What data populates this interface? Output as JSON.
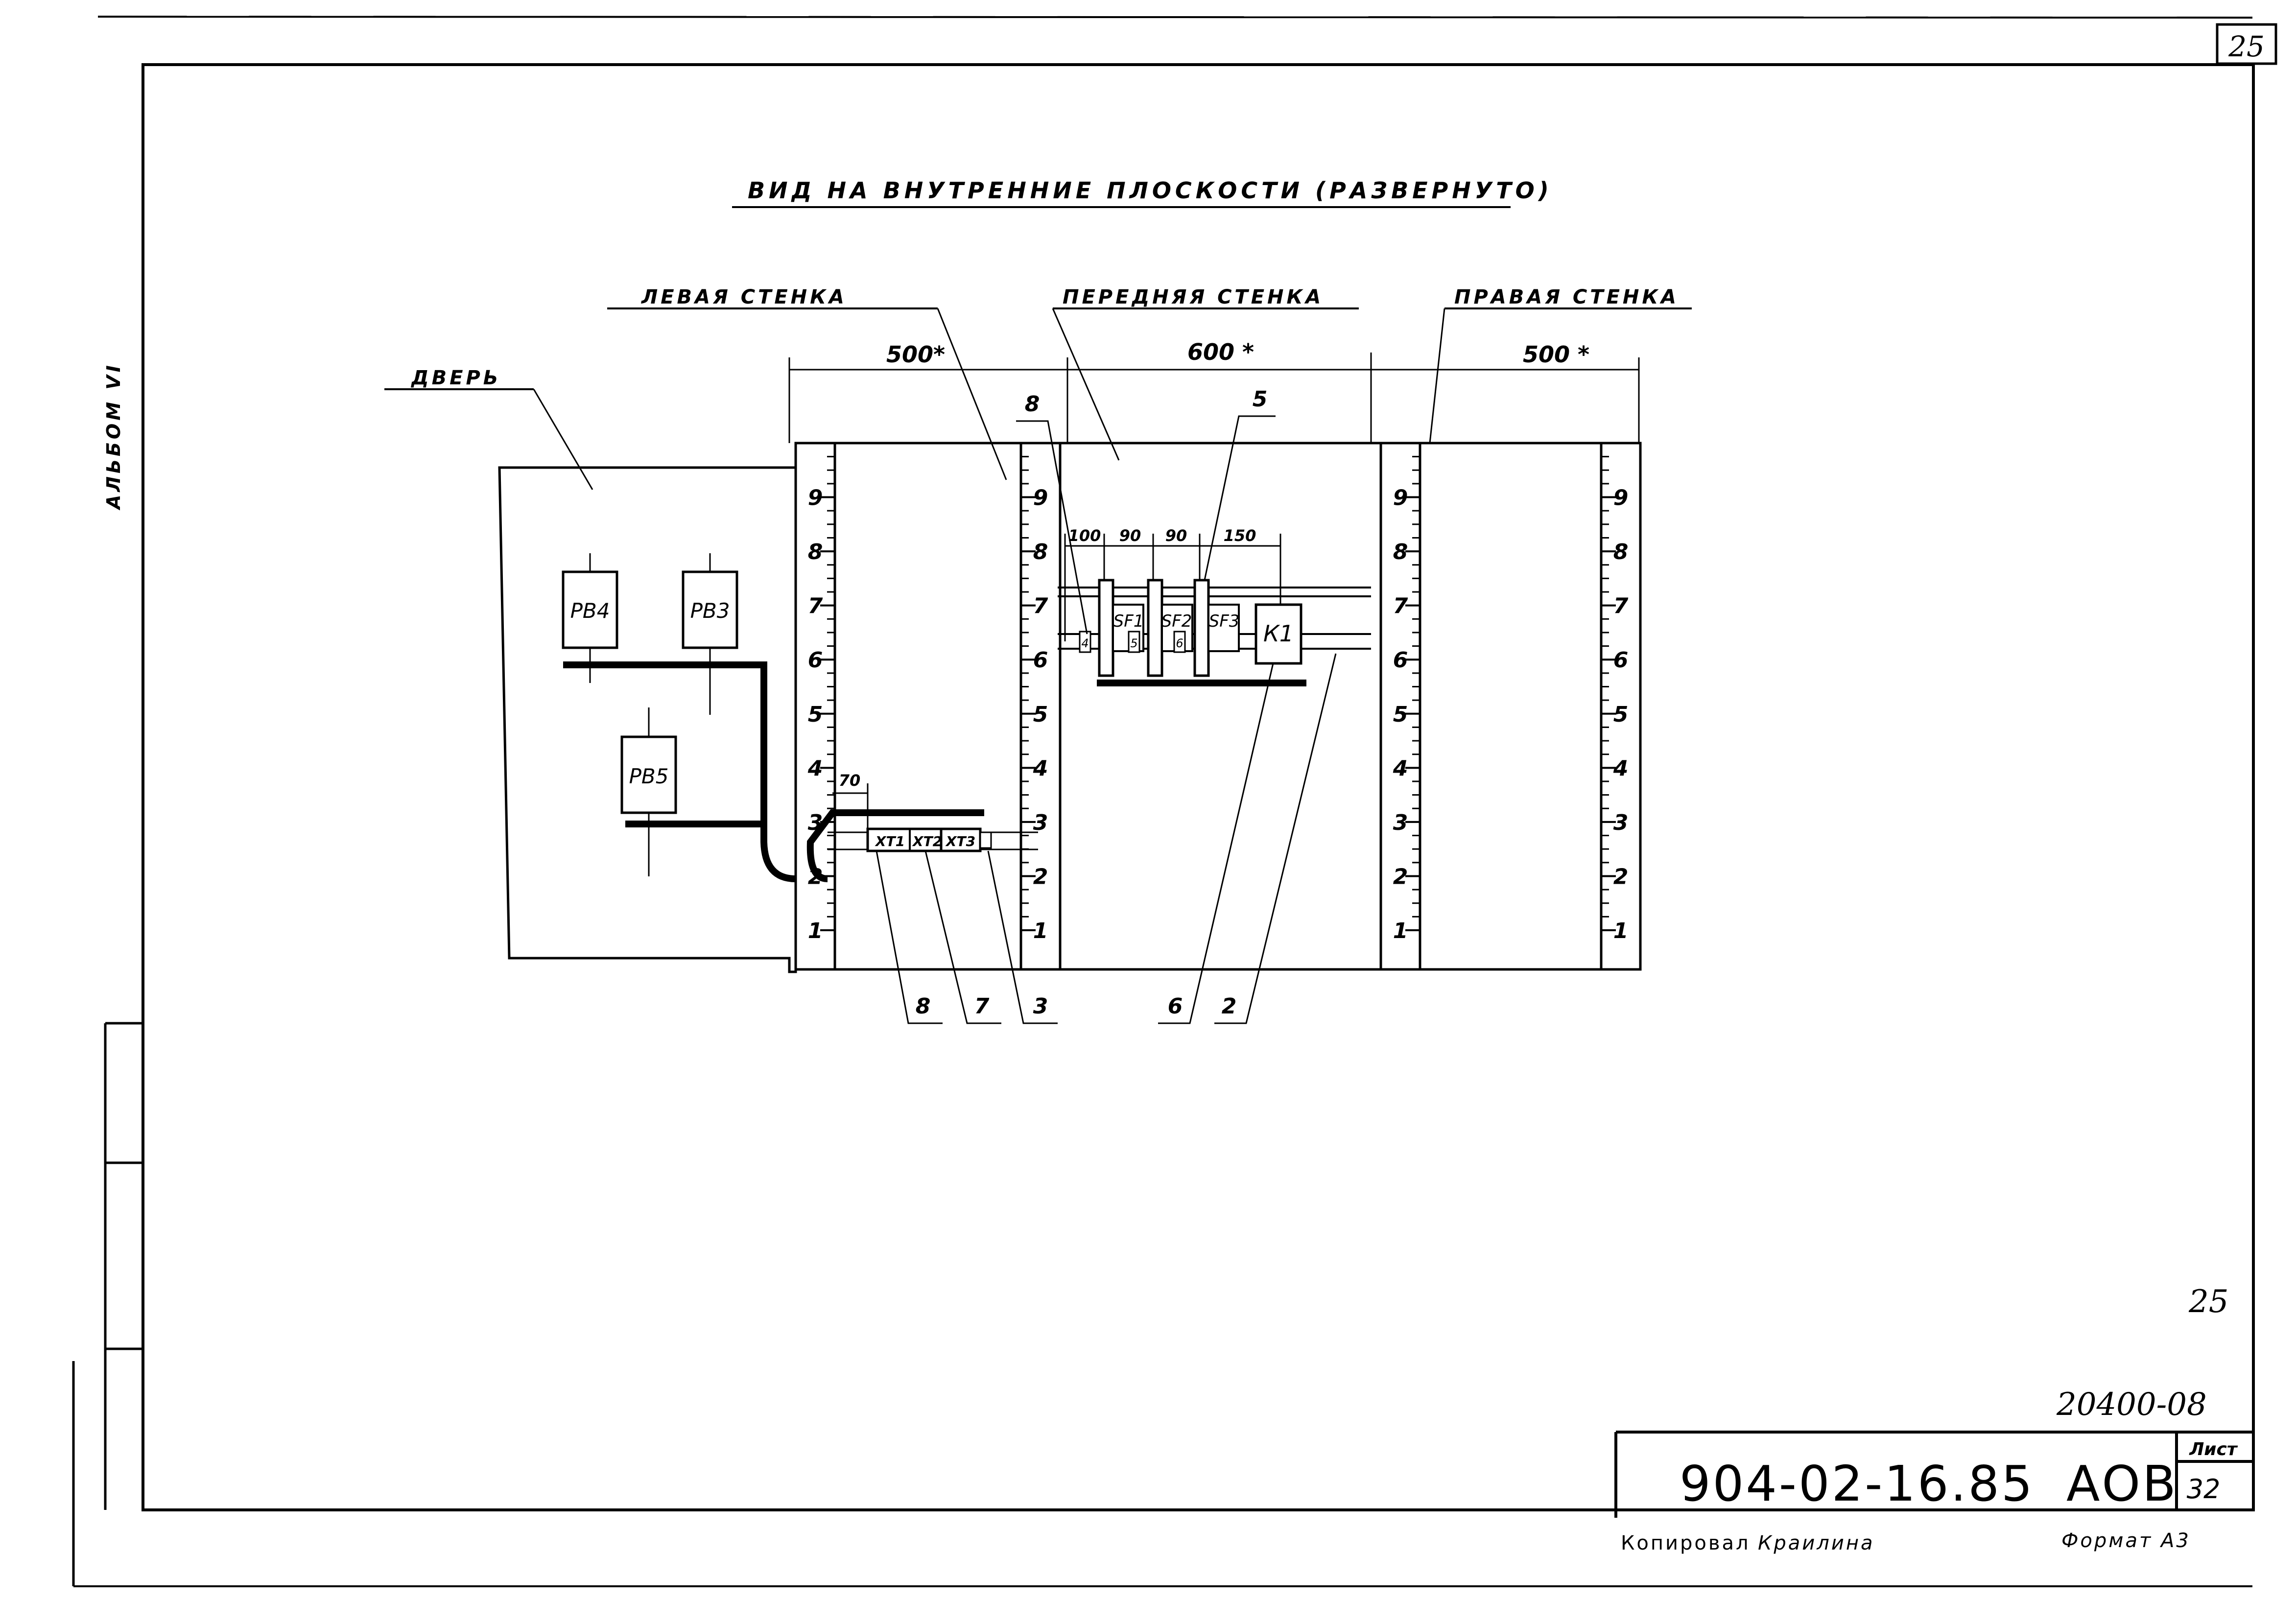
{
  "sheet": {
    "corner_number": "25",
    "album_label": "АЛЬБОМ VI",
    "page_number_hand": "25",
    "archive_number": "20400-08",
    "document_code": "904-02-16.85",
    "document_mark": "АОВ",
    "sheet_label": "Лист",
    "sheet_number": "32",
    "copied_by": "Копировал",
    "copier_name": "Краилина",
    "format_label": "Формат А3"
  },
  "diagram": {
    "title": "ВИД НА ВНУТРЕННИЕ ПЛОСКОСТИ (РАЗВЕРНУТО)",
    "walls": {
      "door": "ДВЕРЬ",
      "left": "ЛЕВАЯ СТЕНКА",
      "front": "ПЕРЕДНЯЯ СТЕНКА",
      "right": "ПРАВАЯ СТЕНКА"
    },
    "dimensions": {
      "left_width": "500*",
      "front_width": "600 *",
      "right_width": "500 *"
    },
    "component_spacing": [
      "100",
      "90",
      "90",
      "150"
    ],
    "terminal_offset": "70",
    "door_devices": [
      "РВ4",
      "РВ3",
      "РВ5"
    ],
    "breakers": [
      "SF1",
      "SF2",
      "SF3"
    ],
    "contactor": "К1",
    "terminals": [
      "ХТ1",
      "ХТ2",
      "ХТ3"
    ],
    "small_marks": [
      "4",
      "5",
      "6"
    ],
    "scale_marks": [
      "1",
      "2",
      "3",
      "4",
      "5",
      "6",
      "7",
      "8",
      "9"
    ],
    "callouts_top": [
      "8",
      "5"
    ],
    "callouts_bottom": [
      "8",
      "7",
      "3",
      "6",
      "2"
    ]
  }
}
